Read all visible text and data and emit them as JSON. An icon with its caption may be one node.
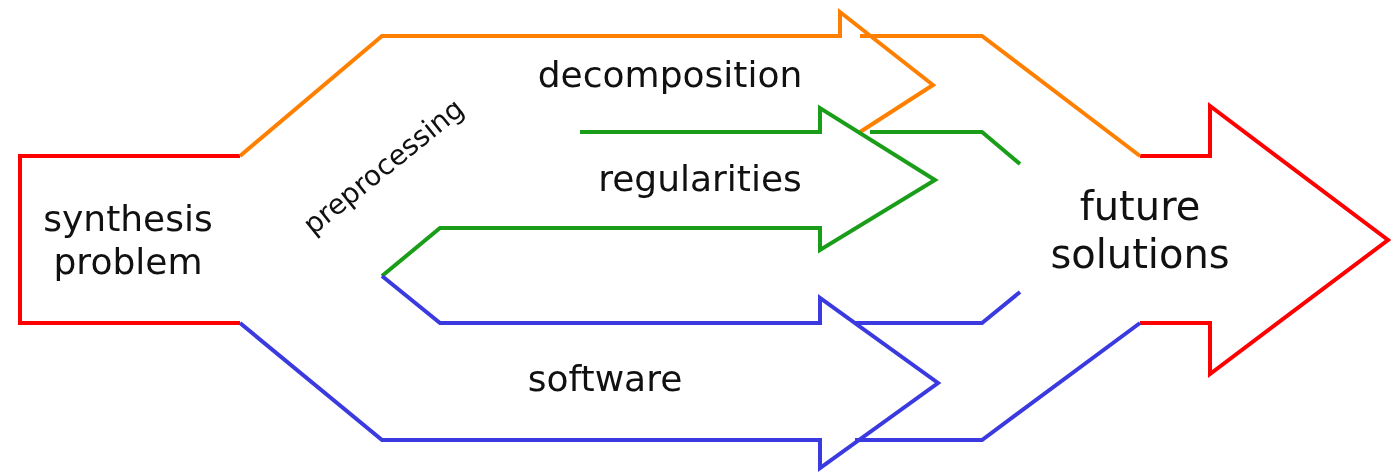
{
  "diagram": {
    "nodes": [
      {
        "text": [
          "synthesis problem"
        ]
      },
      {
        "text": [
          "decomposition"
        ]
      },
      {
        "text": [
          "regularities"
        ]
      },
      {
        "text": [
          "software"
        ]
      },
      {
        "text": [
          "future solutions"
        ]
      }
    ],
    "edges": [],
    "labels": [
      "preprocessing"
    ]
  }
}
